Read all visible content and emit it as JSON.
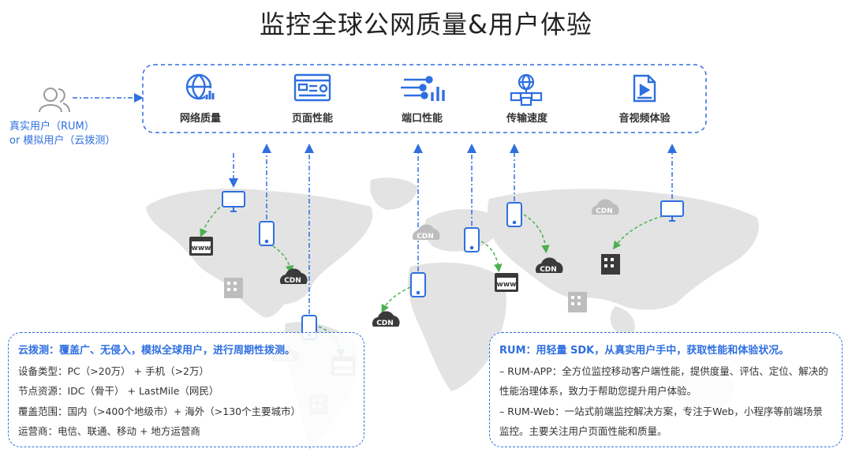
{
  "title": "监控全球公网质量&用户体验",
  "user_label": [
    "真实用户（RUM）",
    "or 模拟用户（云拨测）"
  ],
  "capabilities": [
    {
      "label": "网络质量",
      "icon": "globe-chart-icon"
    },
    {
      "label": "页面性能",
      "icon": "webpage-icon"
    },
    {
      "label": "端口性能",
      "icon": "port-network-icon"
    },
    {
      "label": "传输速度",
      "icon": "transfer-network-icon"
    },
    {
      "label": "音视频体验",
      "icon": "media-file-icon"
    }
  ],
  "map_labels": {
    "cdn": "CDN",
    "www": "www"
  },
  "left_panel": {
    "head": "云拨测：覆盖广、无侵入，模拟全球用户，进行周期性拨测。",
    "lines": [
      "设备类型：PC（>20万） + 手机（>2万）",
      "节点资源：IDC（骨干） + LastMile（网民）",
      "覆盖范围：国内（>400个地级市）+ 海外（>130个主要城市）",
      "运营商：电信、联通、移动 + 地方运营商"
    ]
  },
  "right_panel": {
    "head": "RUM：用轻量 SDK，从真实用户手中，获取性能和体验状况。",
    "lines": [
      "– RUM-APP：全方位监控移动客户端性能，提供度量、评估、定位、解决的性能治理体系，致力于帮助您提升用户体验。",
      "– RUM-Web：一站式前端监控解决方案，专注于Web，小程序等前端场景监控。主要关注用户页面性能和质量。"
    ]
  },
  "colors": {
    "accent": "#2f6fe0",
    "dark": "#3a3a3a",
    "map": "#e3e3e3",
    "green": "#4caf50",
    "gray_icon": "#bdbdbd"
  }
}
